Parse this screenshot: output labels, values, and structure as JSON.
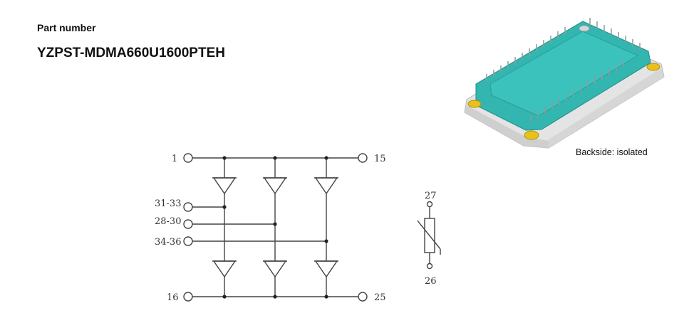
{
  "header": {
    "part_label": "Part number",
    "part_number": "YZPST-MDMA660U1600PTEH"
  },
  "module_image": {
    "caption": "Backside: isolated",
    "colors": {
      "top": "#33b5b0",
      "body": "#e6e6e6",
      "pad": "#e8c21a"
    }
  },
  "schematic": {
    "pins": {
      "p1": "1",
      "p15": "15",
      "p31_33": "31-33",
      "p28_30": "28-30",
      "p34_36": "34-36",
      "p16": "16",
      "p25": "25",
      "p27": "27",
      "p26": "26"
    },
    "line_color": "#444444"
  }
}
